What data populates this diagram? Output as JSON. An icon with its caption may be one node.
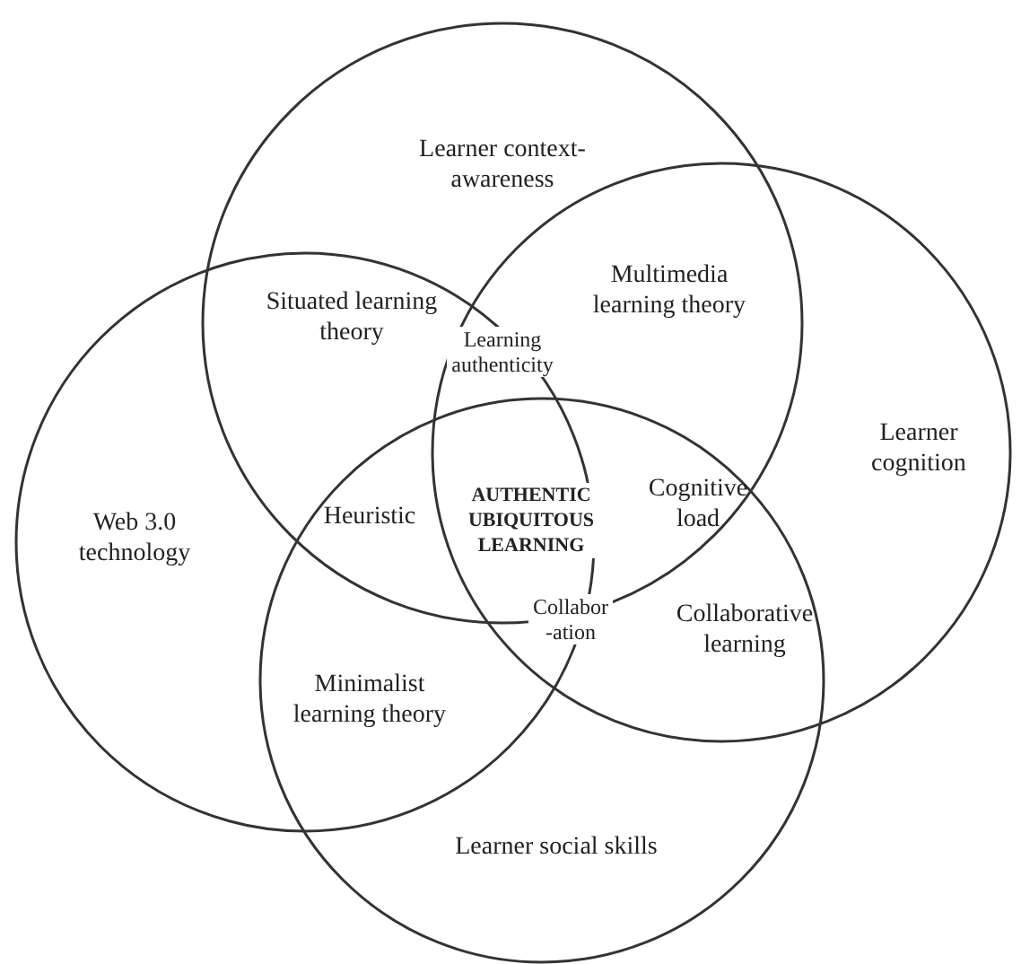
{
  "diagram": {
    "nodes": [
      {
        "text": [
          "Learner context-awareness"
        ]
      },
      {
        "text": [
          "Web 3.0 technology"
        ]
      },
      {
        "text": [
          "Learner cognition"
        ]
      },
      {
        "text": [
          "Learner social skills"
        ]
      }
    ],
    "edges": [],
    "labels": [
      "Situated learning theory",
      "Multimedia learning theory",
      "Learning authenticity",
      "Heuristic",
      "AUTHENTIC UBIQUITOUS LEARNING",
      "Cognitive load",
      "Collabor -ation",
      "Collaborative learning",
      "Minimalist learning theory"
    ]
  }
}
